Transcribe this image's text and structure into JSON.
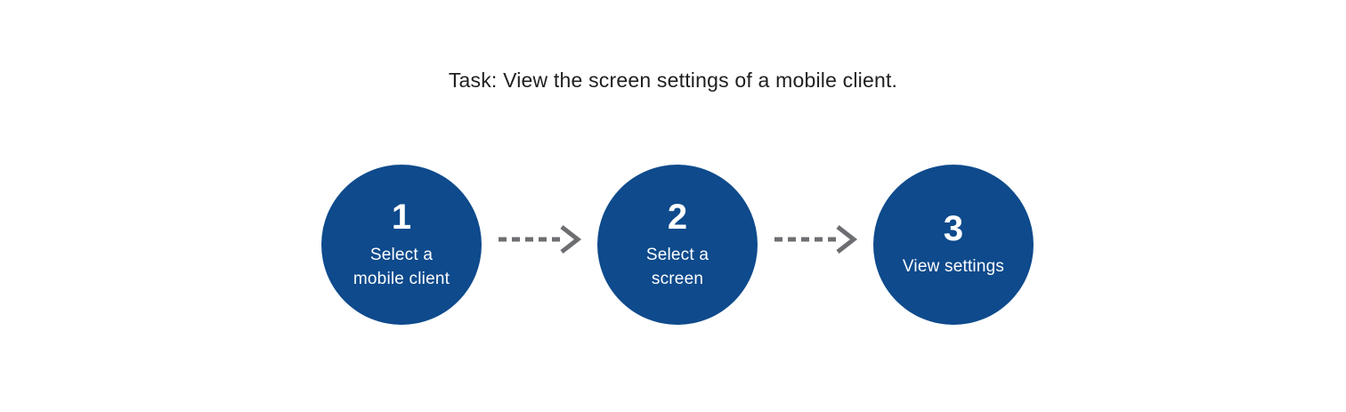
{
  "title": "Task: View the screen settings of a mobile client.",
  "steps": [
    {
      "number": "1",
      "lines": [
        "Select a",
        "mobile client"
      ]
    },
    {
      "number": "2",
      "lines": [
        "Select a",
        "screen"
      ]
    },
    {
      "number": "3",
      "lines": [
        "View settings"
      ]
    }
  ],
  "colors": {
    "circle-blue": "#0e4a8c",
    "arrow-gray": "#6d6e71",
    "title-color": "#1f1f1f",
    "circle-text": "#ffffff"
  }
}
